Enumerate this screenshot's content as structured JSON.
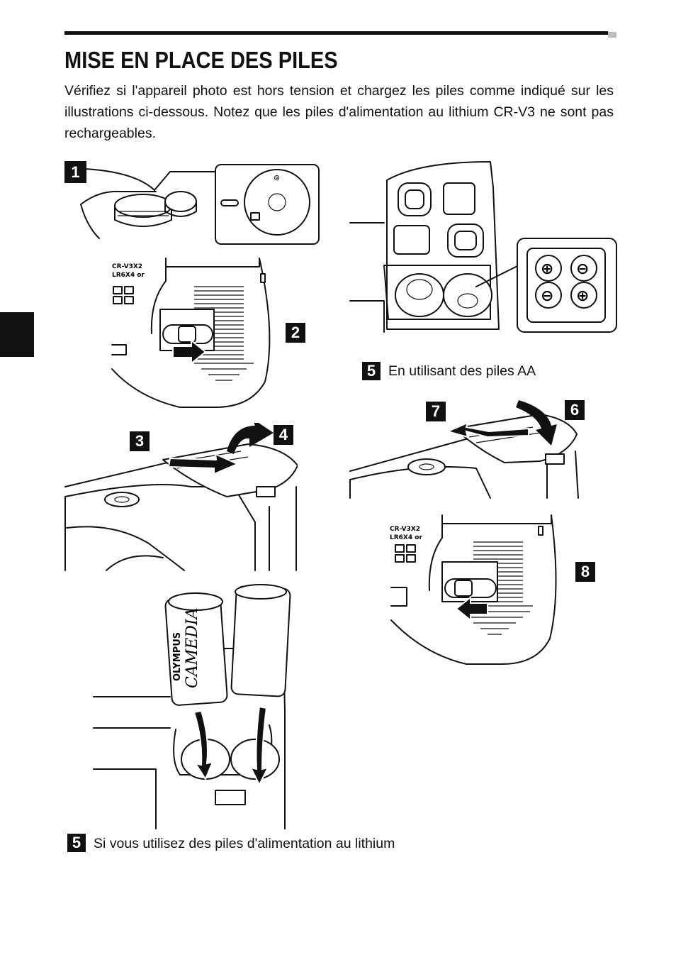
{
  "page": {
    "title": "MISE EN PLACE DES PILES",
    "intro": "Vérifiez si l'appareil photo est hors tension et chargez les piles comme indiqué sur les illustrations ci-dessous. Notez que les piles d'alimentation au lithium CR-V3 ne sont pas rechargeables."
  },
  "steps": {
    "s1": "1",
    "s2": "2",
    "s3": "3",
    "s4": "4",
    "s5a": "5",
    "s5b": "5",
    "s6": "6",
    "s7": "7",
    "s8": "8"
  },
  "captions": {
    "aa": "En utilisant des piles AA",
    "lithium": "Si vous utilisez des piles d'alimentation au lithium"
  },
  "labels": {
    "cover_line1": "CR-V3X2",
    "cover_line2": "LR6X4 or",
    "battery_brand": "OLYMPUS",
    "battery_model": "CAMEDIA"
  }
}
